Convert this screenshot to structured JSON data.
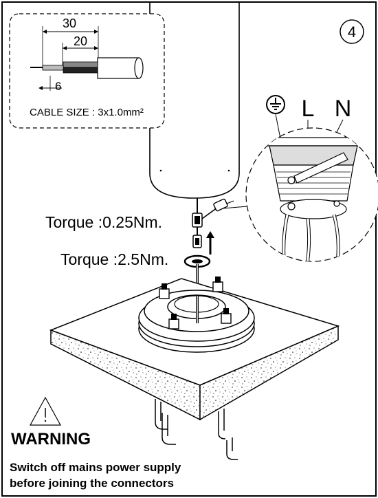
{
  "step": {
    "number": "4"
  },
  "cable_detail": {
    "dim_outer": "30",
    "dim_inner": "20",
    "dim_strip": "6",
    "size_label": "CABLE SIZE : 3x1.0mm²"
  },
  "terminals": {
    "earth_symbol": "earth-ground-icon",
    "live": "L",
    "neutral": "N"
  },
  "torques": {
    "connector": "Torque :0.25Nm.",
    "gland": "Torque :2.5Nm."
  },
  "warning": {
    "icon": "warning-triangle-icon",
    "title": "WARNING",
    "line1": "Switch off mains power supply",
    "line2": "before joining the connectors"
  },
  "colors": {
    "line": "#000000",
    "background": "#ffffff"
  }
}
